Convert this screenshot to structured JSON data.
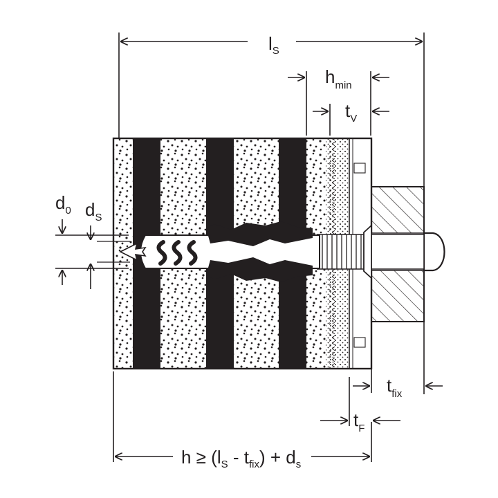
{
  "labels": {
    "ls_main": "l",
    "ls_sub": "S",
    "hmin_main": "h",
    "hmin_sub": "min",
    "tv_main": "t",
    "tv_sub": "V",
    "d0_main": "d",
    "d0_sub": "0",
    "ds_main": "d",
    "ds_sub": "S",
    "tfix_main": "t",
    "tfix_sub": "fix",
    "tf_main": "t",
    "tf_sub": "F",
    "formula": {
      "p1": "h ≥ (l",
      "s1": "S",
      "p2": " - t",
      "s2": "fix",
      "p3": ") + d",
      "s3": "s"
    }
  },
  "colors": {
    "ink": "#231f20",
    "background": "#ffffff"
  }
}
